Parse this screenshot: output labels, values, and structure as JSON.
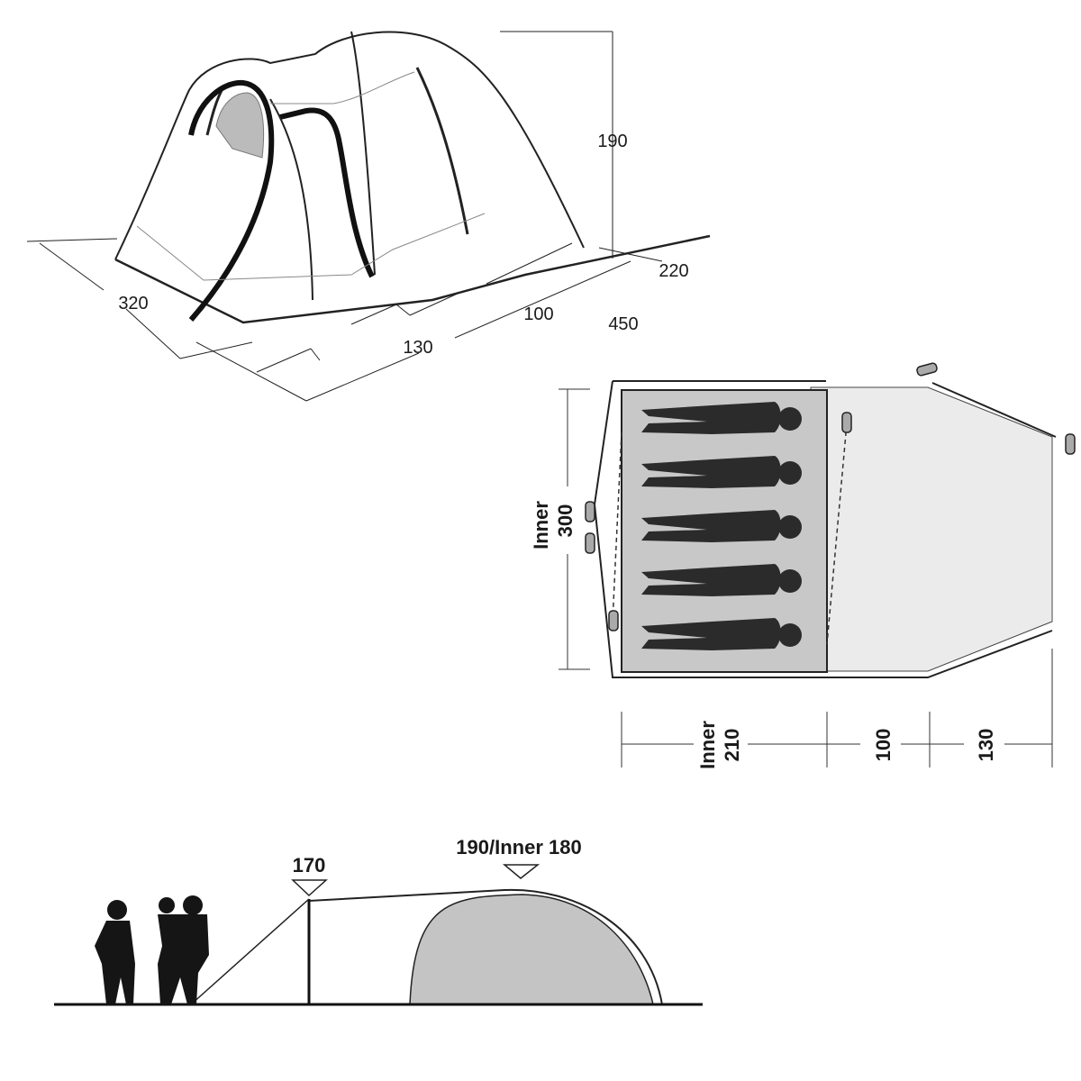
{
  "perspective_view": {
    "dimensions": {
      "height": "190",
      "width": "320",
      "vestibule": "130",
      "middle": "100",
      "inner_length": "220",
      "total_length": "450"
    }
  },
  "floor_plan": {
    "inner_width_label": "Inner",
    "inner_width_value": "300",
    "inner_length_label": "Inner",
    "inner_length_value": "210",
    "porch_depth": "100",
    "vestibule_depth": "130",
    "sleeping_capacity": 5,
    "colors": {
      "inner": "#c8c8c8",
      "porch": "#ebebeb",
      "silhouette": "#2b2b2b"
    }
  },
  "side_view": {
    "front_pole_height": "170",
    "peak_height": "190/Inner 180",
    "colors": {
      "inner": "#c4c4c4"
    }
  }
}
